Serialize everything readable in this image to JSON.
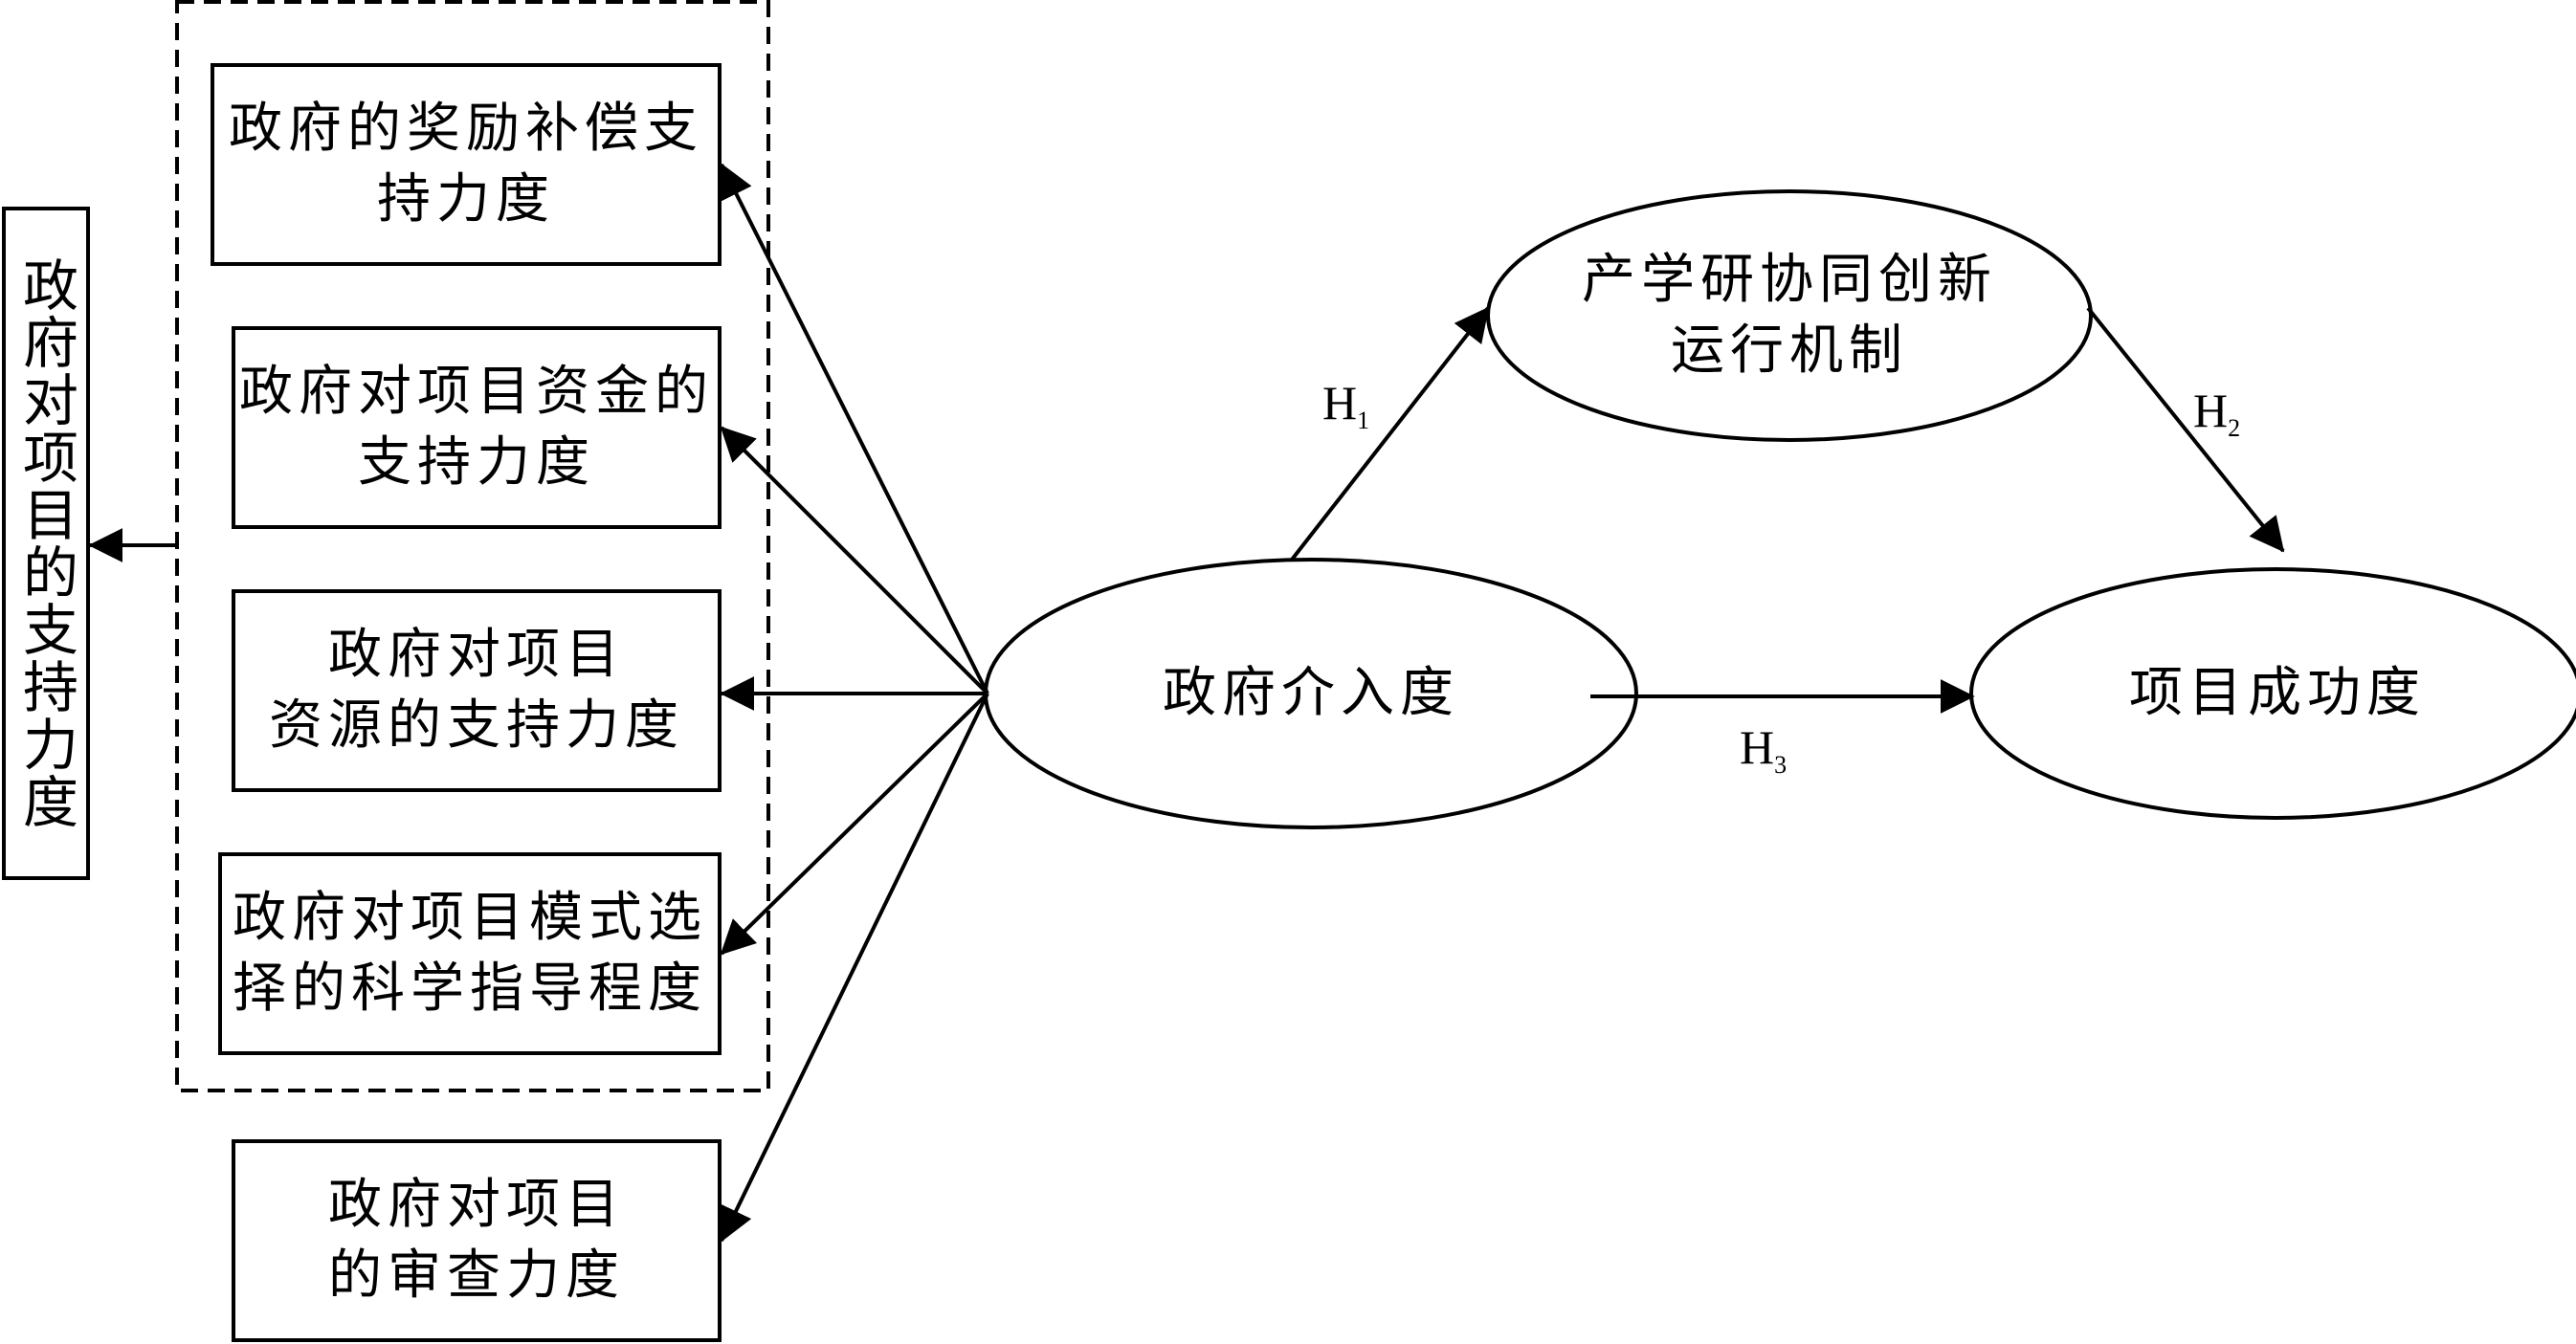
{
  "diagram": {
    "group_label": "政府对项目的支持力度",
    "boxes": {
      "reward": "政府的奖励补偿支\n持力度",
      "funding": "政府对项目资金的\n支持力度",
      "resource": "政府对项目\n资源的支持力度",
      "mode": "政府对项目模式选\n择的科学指导程度",
      "review": "政府对项目\n的审查力度"
    },
    "nodes": {
      "intervention": "政府介入度",
      "mechanism": "产学研协同创新\n运行机制",
      "success": "项目成功度"
    },
    "hypotheses": {
      "h1": {
        "letter": "H",
        "index": "1"
      },
      "h2": {
        "letter": "H",
        "index": "2"
      },
      "h3": {
        "letter": "H",
        "index": "3"
      }
    }
  }
}
